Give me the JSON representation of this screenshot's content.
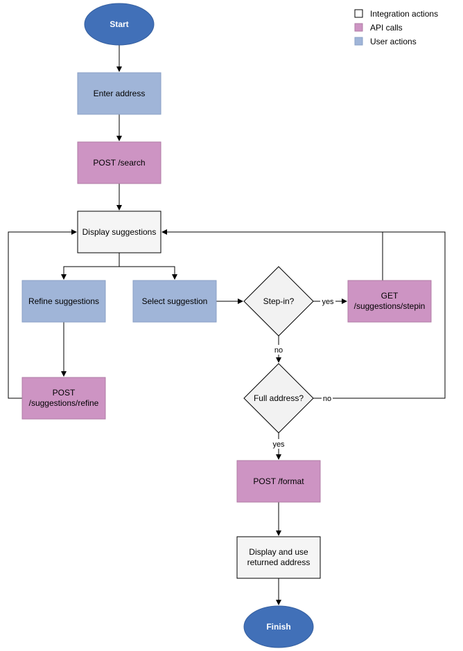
{
  "legend": {
    "integration": {
      "label": "Integration actions",
      "color": "#f5f5f5"
    },
    "api": {
      "label": "API calls",
      "color": "#cd94c3"
    },
    "user": {
      "label": "User actions",
      "color": "#a0b5d8"
    }
  },
  "colors": {
    "terminal": "#4170b8",
    "decision": "#f2f2f2",
    "integration": "#f5f5f5",
    "api": "#cd94c3",
    "user": "#a0b5d8"
  },
  "nodes": {
    "start": "Start",
    "enter_address": "Enter address",
    "post_search": "POST /search",
    "display_suggestions": "Display suggestions",
    "refine_suggestions": "Refine suggestions",
    "select_suggestion": "Select suggestion",
    "post_refine": [
      "POST",
      "/suggestions/refine"
    ],
    "step_in": "Step-in?",
    "get_stepin": [
      "GET",
      "/suggestions/stepin"
    ],
    "full_address": "Full address?",
    "post_format": "POST /format",
    "display_use": [
      "Display and use",
      "returned address"
    ],
    "finish": "Finish"
  },
  "edge_labels": {
    "stepin_yes": "yes",
    "stepin_no": "no",
    "full_no": "no",
    "full_yes": "yes"
  }
}
